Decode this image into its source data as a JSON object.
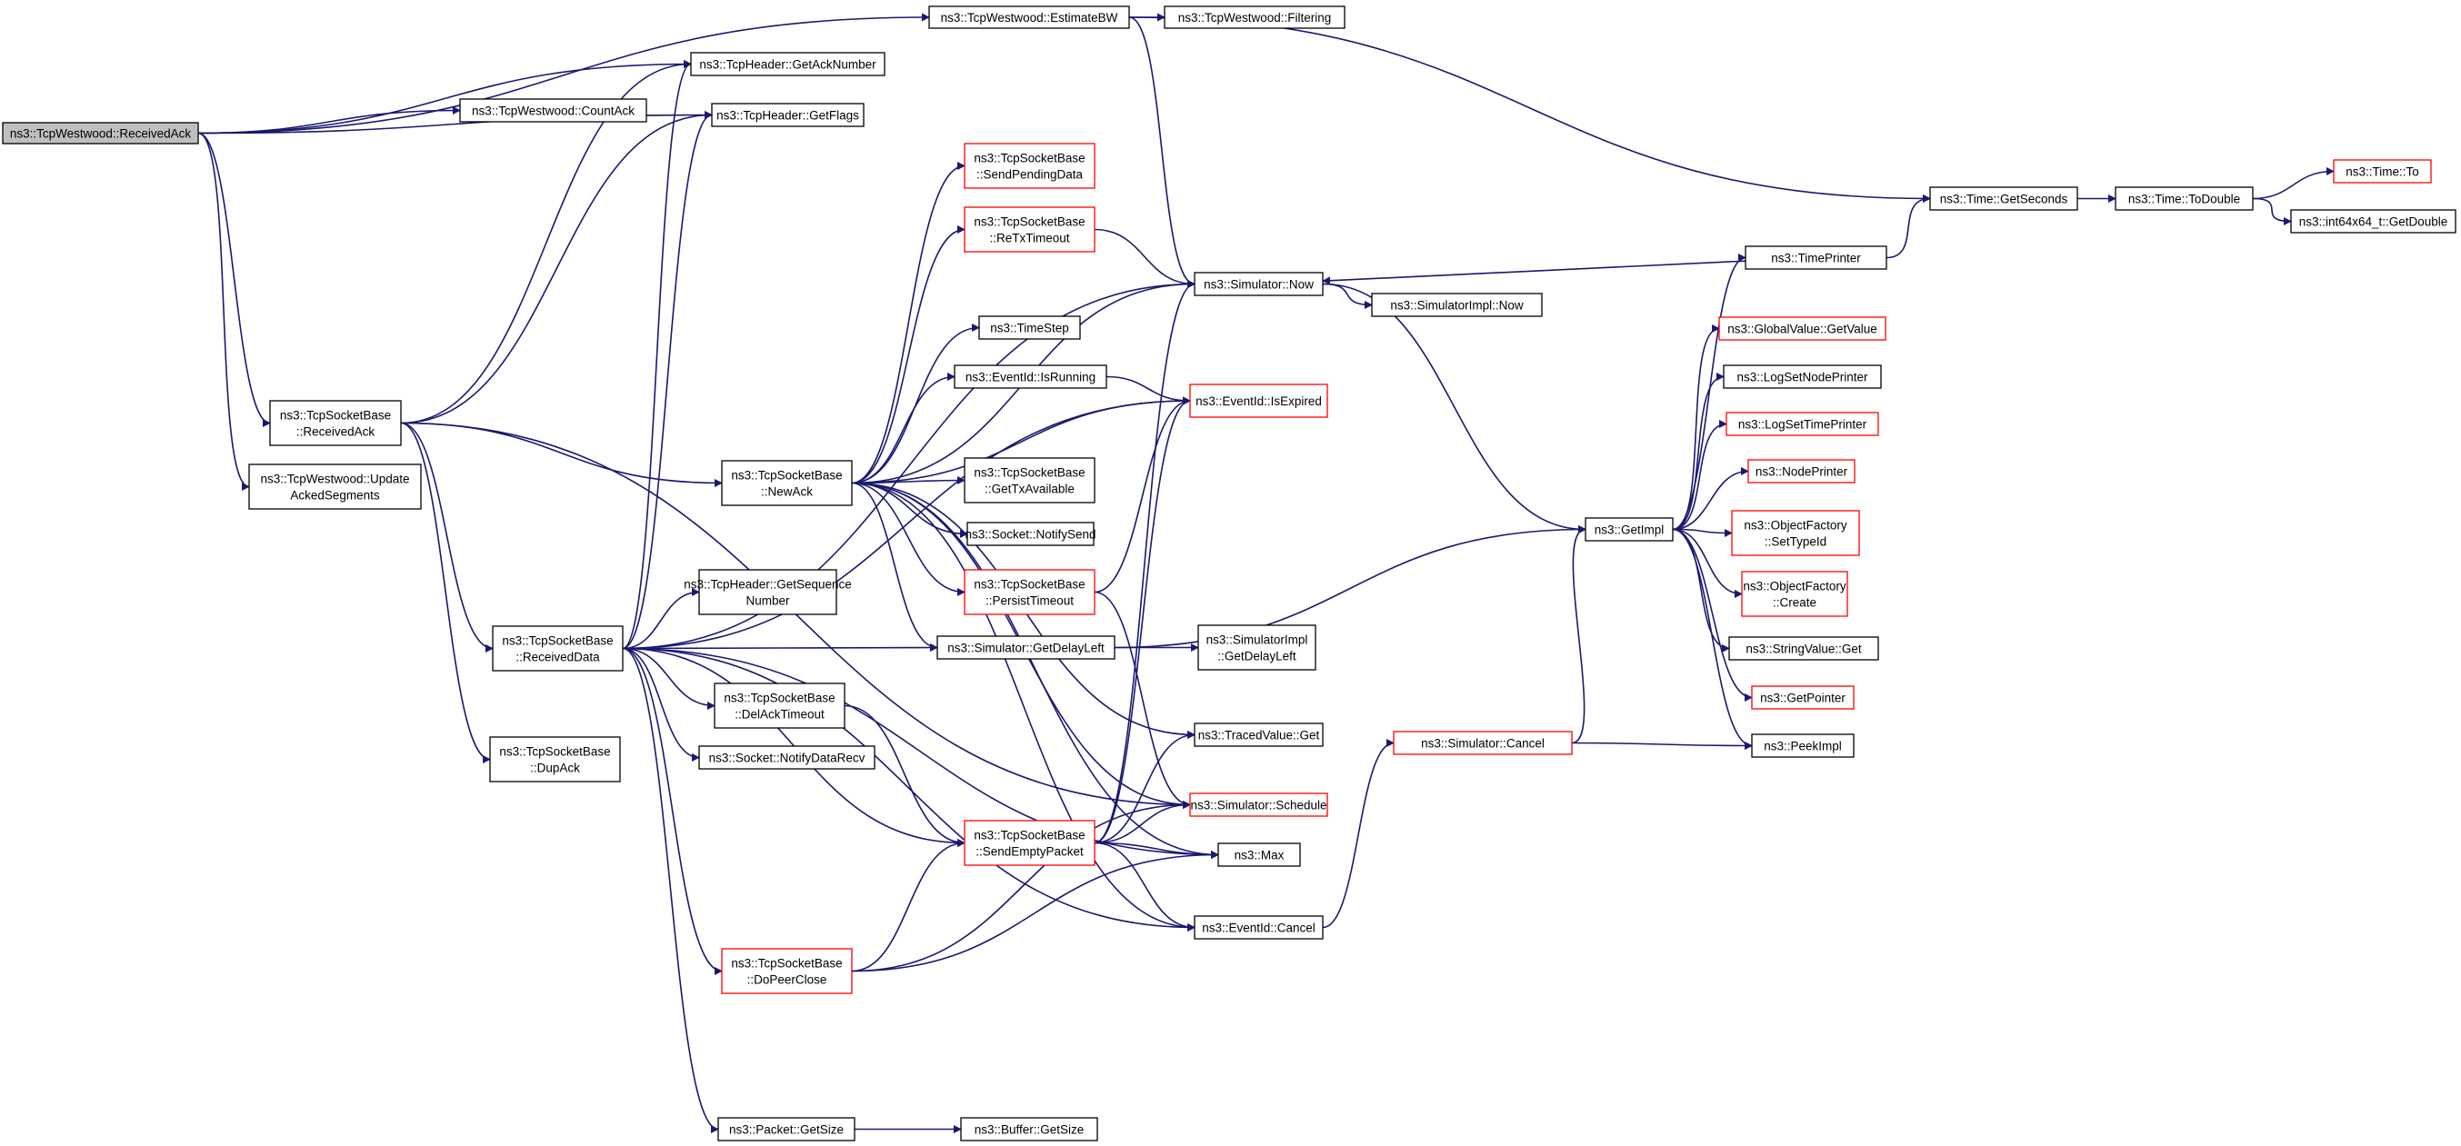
{
  "graph_type": "call graph",
  "colors": {
    "edge": "#191970",
    "node_border": "#000000",
    "truncated_border": "#ff0000",
    "focus_fill": "#bfbfbf",
    "node_fill": "#ffffff"
  },
  "nodes": [
    {
      "id": "n0",
      "lines": [
        "ns3::TcpWestwood::ReceivedAck"
      ],
      "focus": true
    },
    {
      "id": "n1",
      "lines": [
        "ns3::TcpWestwood::EstimateBW"
      ]
    },
    {
      "id": "n2",
      "lines": [
        "ns3::TcpWestwood::Filtering"
      ]
    },
    {
      "id": "n3",
      "lines": [
        "ns3::TcpHeader::GetAckNumber"
      ]
    },
    {
      "id": "n4",
      "lines": [
        "ns3::TcpWestwood::CountAck"
      ]
    },
    {
      "id": "n5",
      "lines": [
        "ns3::TcpHeader::GetFlags"
      ]
    },
    {
      "id": "n6",
      "lines": [
        "ns3::TcpSocketBase",
        "::SendPendingData"
      ],
      "truncated": true
    },
    {
      "id": "n7",
      "lines": [
        "ns3::TcpSocketBase",
        "::ReTxTimeout"
      ],
      "truncated": true
    },
    {
      "id": "n8",
      "lines": [
        "ns3::Simulator::Now"
      ]
    },
    {
      "id": "n9",
      "lines": [
        "ns3::SimulatorImpl::Now"
      ]
    },
    {
      "id": "n10",
      "lines": [
        "ns3::TimeStep"
      ]
    },
    {
      "id": "n11",
      "lines": [
        "ns3::EventId::IsRunning"
      ]
    },
    {
      "id": "n12",
      "lines": [
        "ns3::EventId::IsExpired"
      ],
      "truncated": true
    },
    {
      "id": "n13",
      "lines": [
        "ns3::TcpSocketBase",
        "::ReceivedAck"
      ]
    },
    {
      "id": "n14",
      "lines": [
        "ns3::TcpWestwood::Update",
        "AckedSegments"
      ]
    },
    {
      "id": "n15",
      "lines": [
        "ns3::TcpSocketBase",
        "::NewAck"
      ]
    },
    {
      "id": "n16",
      "lines": [
        "ns3::TcpSocketBase",
        "::GetTxAvailable"
      ]
    },
    {
      "id": "n17",
      "lines": [
        "ns3::Socket::NotifySend"
      ]
    },
    {
      "id": "n18",
      "lines": [
        "ns3::TcpSocketBase",
        "::PersistTimeout"
      ],
      "truncated": true
    },
    {
      "id": "n19",
      "lines": [
        "ns3::TcpHeader::GetSequence",
        "Number"
      ]
    },
    {
      "id": "n20",
      "lines": [
        "ns3::TcpSocketBase",
        "::ReceivedData"
      ]
    },
    {
      "id": "n21",
      "lines": [
        "ns3::Simulator::GetDelayLeft"
      ]
    },
    {
      "id": "n22",
      "lines": [
        "ns3::SimulatorImpl",
        "::GetDelayLeft"
      ]
    },
    {
      "id": "n23",
      "lines": [
        "ns3::TcpSocketBase",
        "::DelAckTimeout"
      ]
    },
    {
      "id": "n24",
      "lines": [
        "ns3::Socket::NotifyDataRecv"
      ]
    },
    {
      "id": "n25",
      "lines": [
        "ns3::TcpSocketBase",
        "::DupAck"
      ]
    },
    {
      "id": "n26",
      "lines": [
        "ns3::TracedValue::Get"
      ]
    },
    {
      "id": "n27",
      "lines": [
        "ns3::TcpSocketBase",
        "::SendEmptyPacket"
      ],
      "truncated": true
    },
    {
      "id": "n28",
      "lines": [
        "ns3::Simulator::Schedule"
      ],
      "truncated": true
    },
    {
      "id": "n29",
      "lines": [
        "ns3::Max"
      ]
    },
    {
      "id": "n30",
      "lines": [
        "ns3::EventId::Cancel"
      ]
    },
    {
      "id": "n31",
      "lines": [
        "ns3::TcpSocketBase",
        "::DoPeerClose"
      ],
      "truncated": true
    },
    {
      "id": "n32",
      "lines": [
        "ns3::Packet::GetSize"
      ]
    },
    {
      "id": "n33",
      "lines": [
        "ns3::Buffer::GetSize"
      ]
    },
    {
      "id": "n34",
      "lines": [
        "ns3::Time::GetSeconds"
      ]
    },
    {
      "id": "n35",
      "lines": [
        "ns3::Time::ToDouble"
      ]
    },
    {
      "id": "n36",
      "lines": [
        "ns3::Time::To"
      ],
      "truncated": true
    },
    {
      "id": "n37",
      "lines": [
        "ns3::int64x64_t::GetDouble"
      ]
    },
    {
      "id": "n38",
      "lines": [
        "ns3::TimePrinter"
      ]
    },
    {
      "id": "n39",
      "lines": [
        "ns3::GetImpl"
      ]
    },
    {
      "id": "n40",
      "lines": [
        "ns3::GlobalValue::GetValue"
      ],
      "truncated": true
    },
    {
      "id": "n41",
      "lines": [
        "ns3::LogSetNodePrinter"
      ]
    },
    {
      "id": "n42",
      "lines": [
        "ns3::LogSetTimePrinter"
      ],
      "truncated": true
    },
    {
      "id": "n43",
      "lines": [
        "ns3::NodePrinter"
      ],
      "truncated": true
    },
    {
      "id": "n44",
      "lines": [
        "ns3::ObjectFactory",
        "::SetTypeId"
      ],
      "truncated": true
    },
    {
      "id": "n45",
      "lines": [
        "ns3::ObjectFactory",
        "::Create"
      ],
      "truncated": true
    },
    {
      "id": "n46",
      "lines": [
        "ns3::StringValue::Get"
      ]
    },
    {
      "id": "n47",
      "lines": [
        "ns3::GetPointer"
      ],
      "truncated": true
    },
    {
      "id": "n48",
      "lines": [
        "ns3::PeekImpl"
      ]
    },
    {
      "id": "n49",
      "lines": [
        "ns3::Simulator::Cancel"
      ],
      "truncated": true
    }
  ],
  "edges": [
    [
      "n0",
      "n1"
    ],
    [
      "n0",
      "n3"
    ],
    [
      "n0",
      "n4"
    ],
    [
      "n0",
      "n5"
    ],
    [
      "n0",
      "n13"
    ],
    [
      "n0",
      "n14"
    ],
    [
      "n1",
      "n2"
    ],
    [
      "n1",
      "n8"
    ],
    [
      "n1",
      "n34"
    ],
    [
      "n13",
      "n3"
    ],
    [
      "n13",
      "n5"
    ],
    [
      "n13",
      "n15"
    ],
    [
      "n13",
      "n20"
    ],
    [
      "n13",
      "n25"
    ],
    [
      "n13",
      "n28"
    ],
    [
      "n15",
      "n6"
    ],
    [
      "n15",
      "n7"
    ],
    [
      "n15",
      "n8"
    ],
    [
      "n15",
      "n10"
    ],
    [
      "n15",
      "n11"
    ],
    [
      "n15",
      "n12"
    ],
    [
      "n15",
      "n16"
    ],
    [
      "n15",
      "n17"
    ],
    [
      "n15",
      "n18"
    ],
    [
      "n15",
      "n21"
    ],
    [
      "n15",
      "n26"
    ],
    [
      "n15",
      "n28"
    ],
    [
      "n15",
      "n29"
    ],
    [
      "n15",
      "n30"
    ],
    [
      "n7",
      "n8"
    ],
    [
      "n11",
      "n12"
    ],
    [
      "n18",
      "n12"
    ],
    [
      "n18",
      "n28"
    ],
    [
      "n20",
      "n3"
    ],
    [
      "n20",
      "n5"
    ],
    [
      "n20",
      "n8"
    ],
    [
      "n20",
      "n12"
    ],
    [
      "n20",
      "n19"
    ],
    [
      "n20",
      "n21"
    ],
    [
      "n20",
      "n23"
    ],
    [
      "n20",
      "n24"
    ],
    [
      "n20",
      "n27"
    ],
    [
      "n20",
      "n31"
    ],
    [
      "n20",
      "n32"
    ],
    [
      "n20",
      "n29"
    ],
    [
      "n20",
      "n30"
    ],
    [
      "n23",
      "n27"
    ],
    [
      "n27",
      "n8"
    ],
    [
      "n27",
      "n12"
    ],
    [
      "n27",
      "n26"
    ],
    [
      "n27",
      "n28"
    ],
    [
      "n27",
      "n29"
    ],
    [
      "n27",
      "n30"
    ],
    [
      "n31",
      "n27"
    ],
    [
      "n31",
      "n28"
    ],
    [
      "n31",
      "n29"
    ],
    [
      "n32",
      "n33"
    ],
    [
      "n8",
      "n9"
    ],
    [
      "n8",
      "n39"
    ],
    [
      "n21",
      "n22"
    ],
    [
      "n21",
      "n39"
    ],
    [
      "n30",
      "n49"
    ],
    [
      "n49",
      "n39"
    ],
    [
      "n49",
      "n48"
    ],
    [
      "n34",
      "n35"
    ],
    [
      "n35",
      "n36"
    ],
    [
      "n35",
      "n37"
    ],
    [
      "n38",
      "n34"
    ],
    [
      "n38",
      "n8"
    ],
    [
      "n39",
      "n38"
    ],
    [
      "n39",
      "n40"
    ],
    [
      "n39",
      "n41"
    ],
    [
      "n39",
      "n42"
    ],
    [
      "n39",
      "n43"
    ],
    [
      "n39",
      "n44"
    ],
    [
      "n39",
      "n45"
    ],
    [
      "n39",
      "n46"
    ],
    [
      "n39",
      "n47"
    ],
    [
      "n39",
      "n48"
    ]
  ]
}
